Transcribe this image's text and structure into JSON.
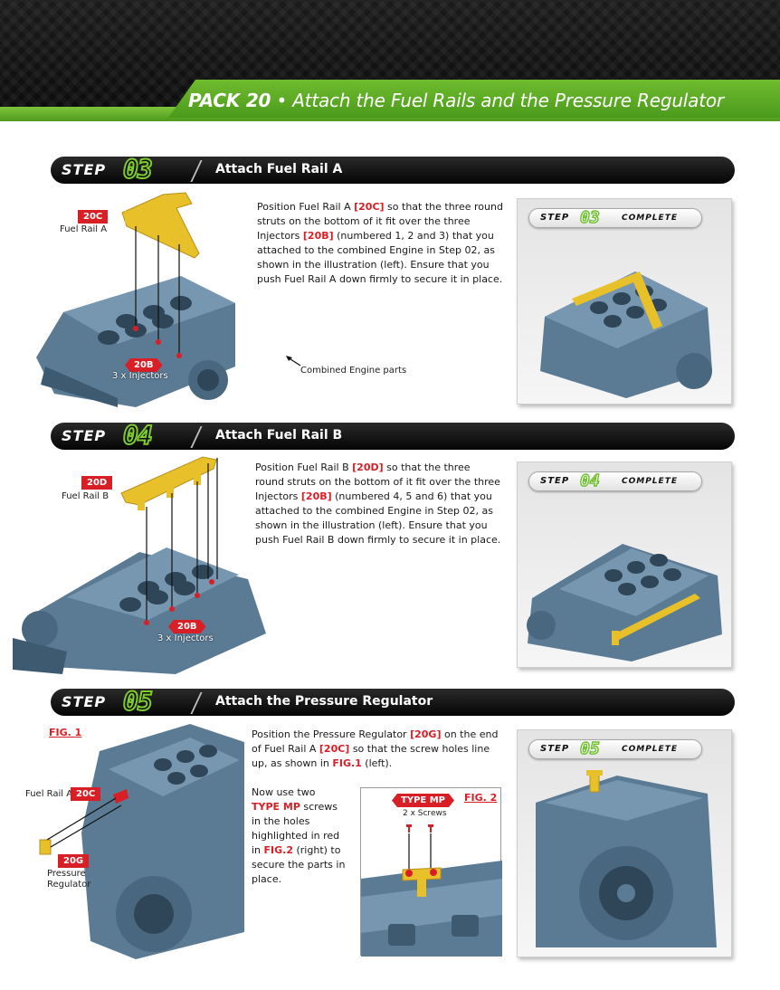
{
  "header": {
    "pack": "PACK 20",
    "separator": "•",
    "title": "Attach the Fuel Rails and the Pressure Regulator"
  },
  "colors": {
    "accent_green": "#6fbc2f",
    "accent_red": "#d81f26",
    "engine_blue": "#5a7a94",
    "rail_yellow": "#e8c02a"
  },
  "steps": [
    {
      "word": "STEP",
      "number": "03",
      "title": "Attach Fuel Rail A",
      "text": {
        "p1": "Position Fuel Rail A ",
        "r1": "[20C]",
        "p2": " so that the three round struts on the bottom of it fit over the three Injectors ",
        "r2": "[20B]",
        "p3": " (numbered 1, 2 and 3) that you attached to the combined Engine in Step 02, as shown in the illustration (left). Ensure that you push Fuel Rail A down firmly to secure it in place."
      },
      "labels": {
        "rail_code": "20C",
        "rail_name": "Fuel Rail A",
        "inj_code": "20B",
        "inj_name": "3 x Injectors",
        "engine_parts": "Combined Engine parts"
      },
      "complete": {
        "step": "STEP",
        "number": "03",
        "complete": "COMPLETE"
      }
    },
    {
      "word": "STEP",
      "number": "04",
      "title": "Attach Fuel Rail B",
      "text": {
        "p1": "Position Fuel Rail B ",
        "r1": "[20D]",
        "p2": " so that the three round struts on the bottom of it fit over the three Injectors ",
        "r2": "[20B]",
        "p3": " (numbered 4, 5 and 6) that you attached to the combined Engine in Step 02, as shown in the illustration (left). Ensure that you push Fuel Rail B down firmly to secure it in place."
      },
      "labels": {
        "rail_code": "20D",
        "rail_name": "Fuel Rail B",
        "inj_code": "20B",
        "inj_name": "3 x Injectors"
      },
      "complete": {
        "step": "STEP",
        "number": "04",
        "complete": "COMPLETE"
      }
    },
    {
      "word": "STEP",
      "number": "05",
      "title": "Attach the Pressure Regulator",
      "text": {
        "p1": "Position the Pressure Regulator ",
        "r1": "[20G]",
        "p2": " on the end of Fuel Rail A ",
        "r2": "[20C]",
        "p3": " so that the screw holes line up, as shown in ",
        "r3": "FIG.1",
        "p4": " (left).",
        "q1": "Now use two ",
        "s1": "TYPE MP",
        "q2": " screws in the holes highlighted in red in ",
        "s2": "FIG.2",
        "q3": " (right) to secure the parts in place."
      },
      "labels": {
        "fig1": "FIG. 1",
        "fig2": "FIG. 2",
        "rail_name": "Fuel Rail A",
        "rail_code": "20C",
        "reg_code": "20G",
        "reg_name1": "Pressure",
        "reg_name2": "Regulator",
        "screw_type": "TYPE MP",
        "screw_count": "2 x Screws"
      },
      "complete": {
        "step": "STEP",
        "number": "05",
        "complete": "COMPLETE"
      }
    }
  ]
}
